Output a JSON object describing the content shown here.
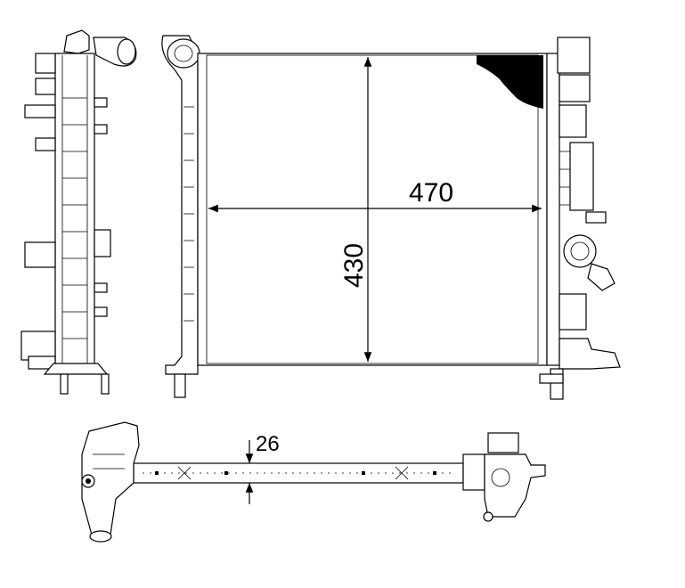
{
  "dimensions": {
    "width_label": "470",
    "height_label": "430",
    "depth_label": "26"
  }
}
